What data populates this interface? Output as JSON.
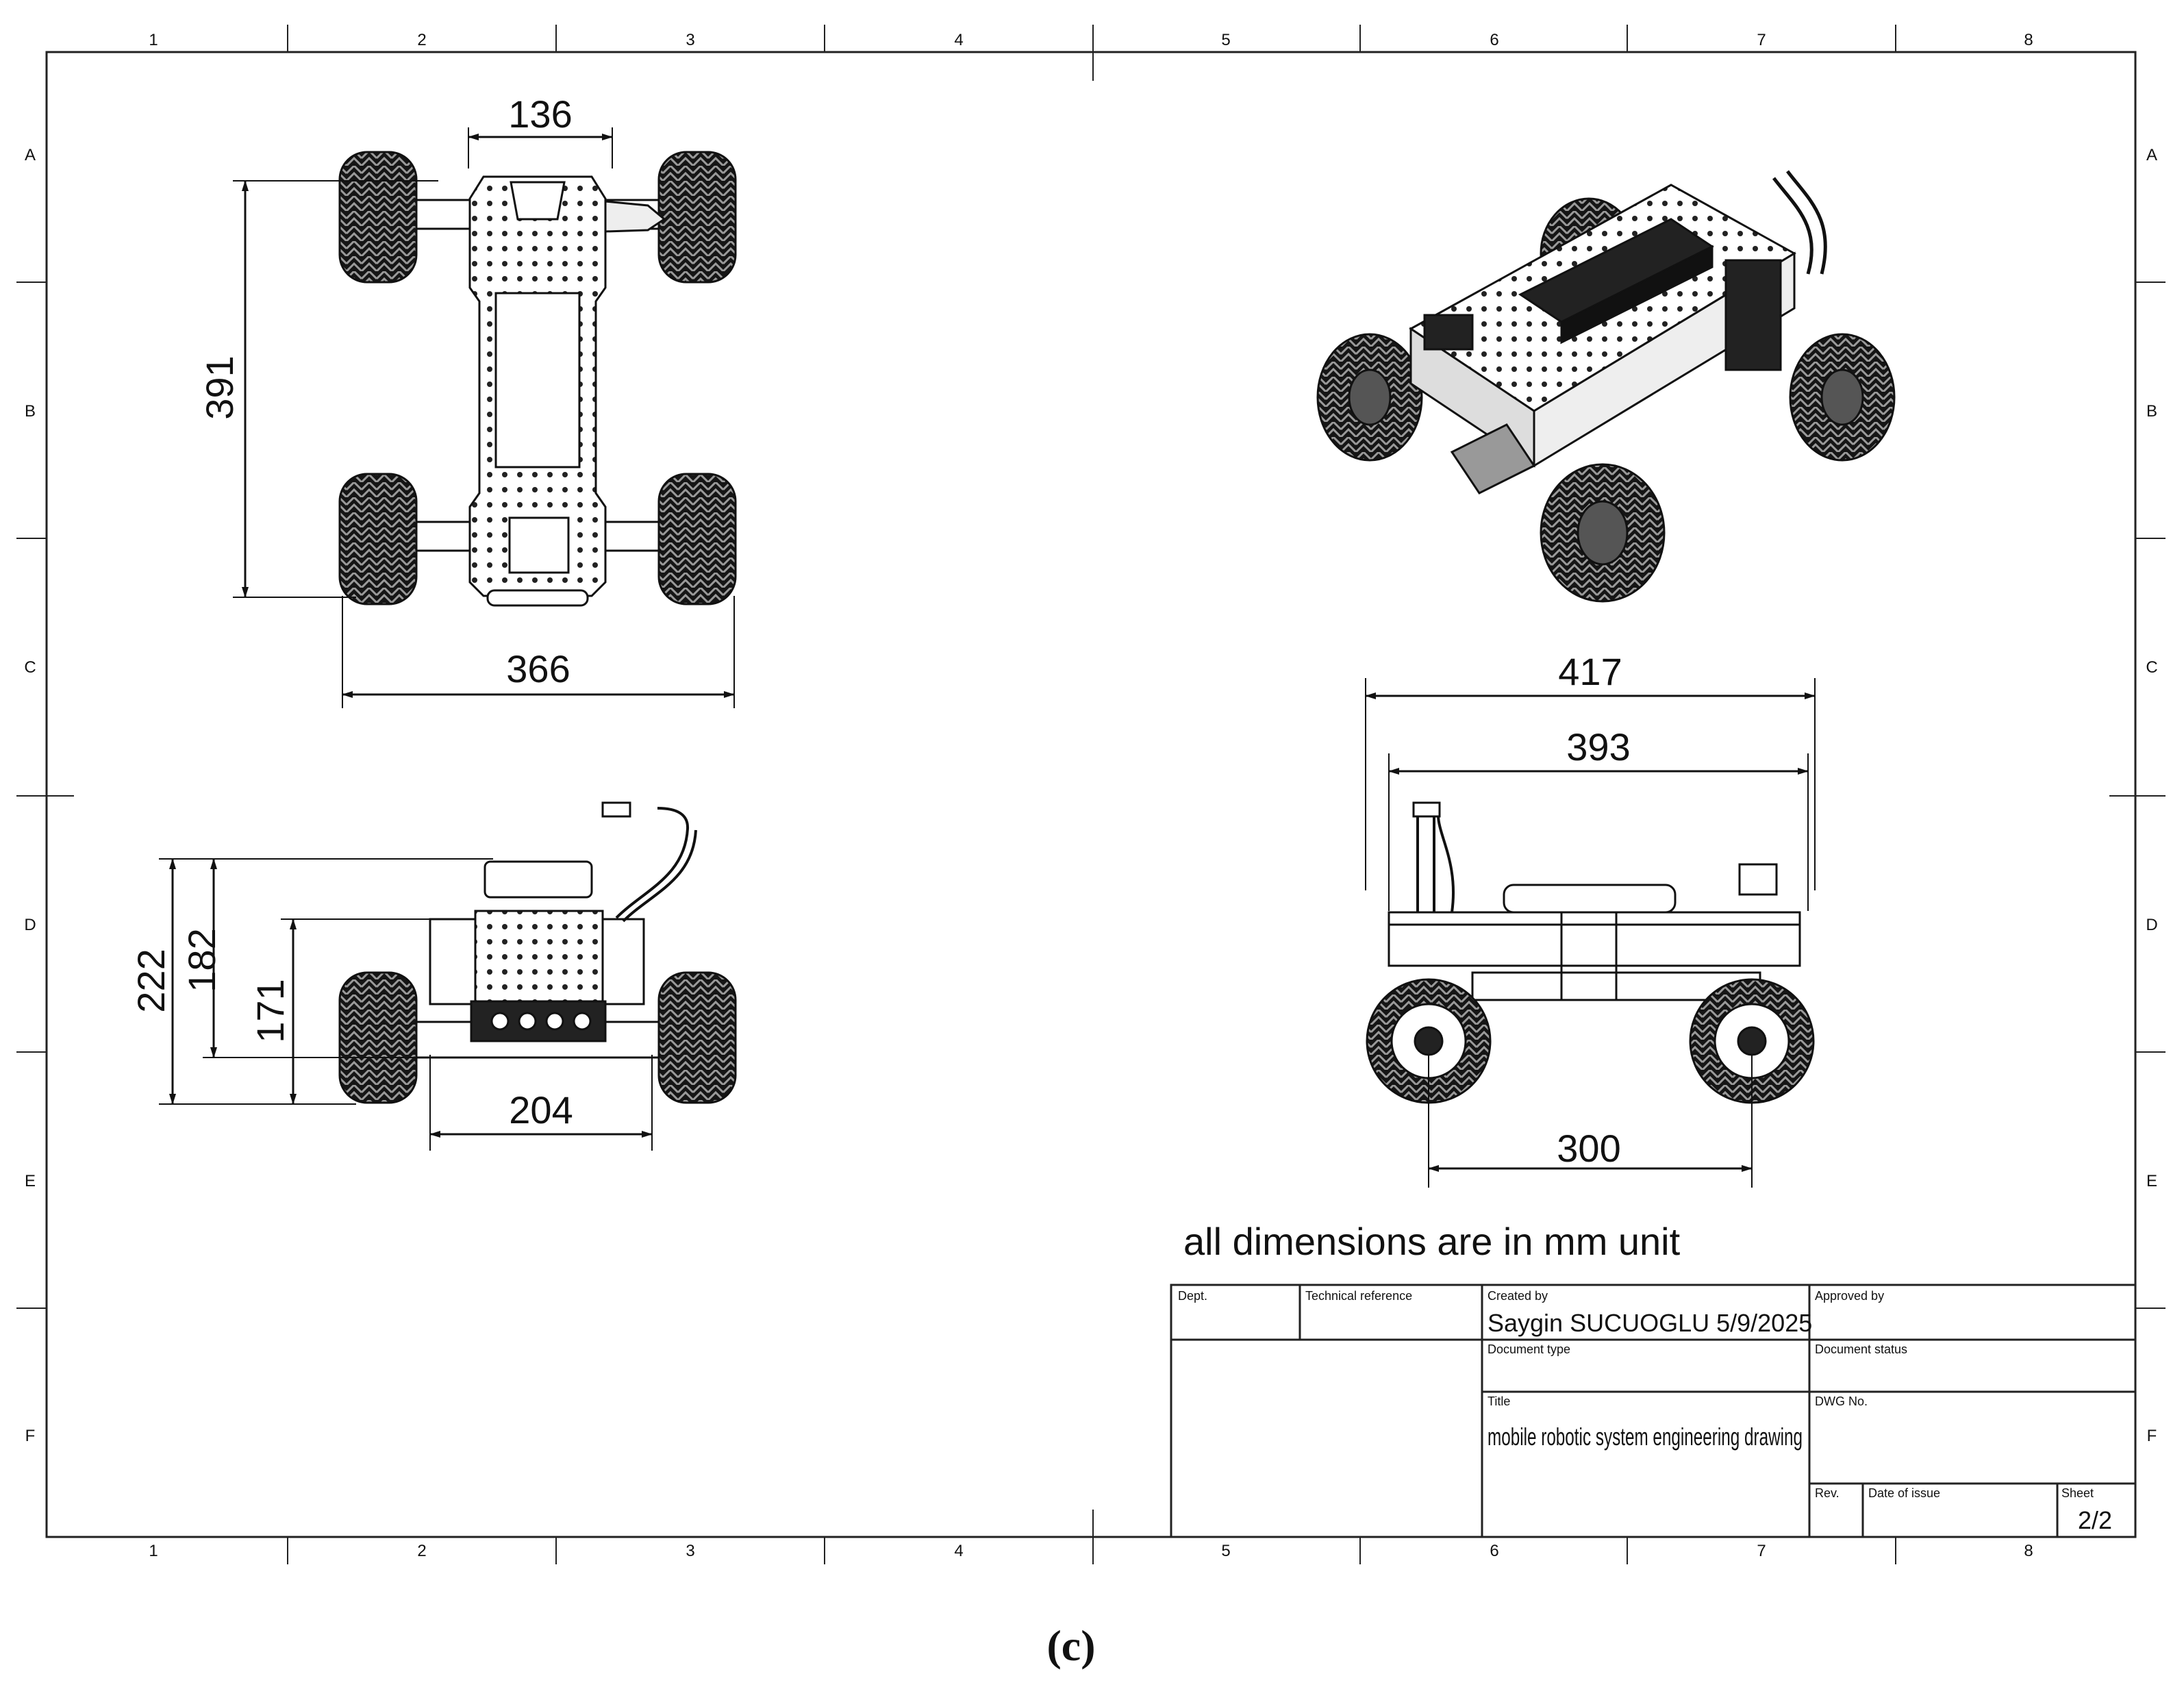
{
  "border": {
    "columns": [
      "1",
      "2",
      "3",
      "4",
      "5",
      "6",
      "7",
      "8"
    ],
    "rows": [
      "A",
      "B",
      "C",
      "D",
      "E",
      "F"
    ]
  },
  "dimensions": {
    "top_width_axle": "136",
    "top_length": "391",
    "top_width": "366",
    "front_h1": "222",
    "front_h2": "182",
    "front_h3": "171",
    "front_track": "204",
    "side_total": "417",
    "side_body": "393",
    "side_wheelbase": "300"
  },
  "note": "all dimensions are in mm unit",
  "title_block": {
    "dept_label": "Dept.",
    "techref_label": "Technical reference",
    "created_label": "Created by",
    "created_value": "Saygin SUCUOGLU 5/9/2025",
    "approved_label": "Approved by",
    "doctype_label": "Document type",
    "docstatus_label": "Document status",
    "title_label": "Title",
    "title_value": "mobile robotic system engineering drawing",
    "dwg_label": "DWG No.",
    "rev_label": "Rev.",
    "date_label": "Date of issue",
    "sheet_label": "Sheet",
    "sheet_value": "2/2"
  },
  "caption": "(c)"
}
